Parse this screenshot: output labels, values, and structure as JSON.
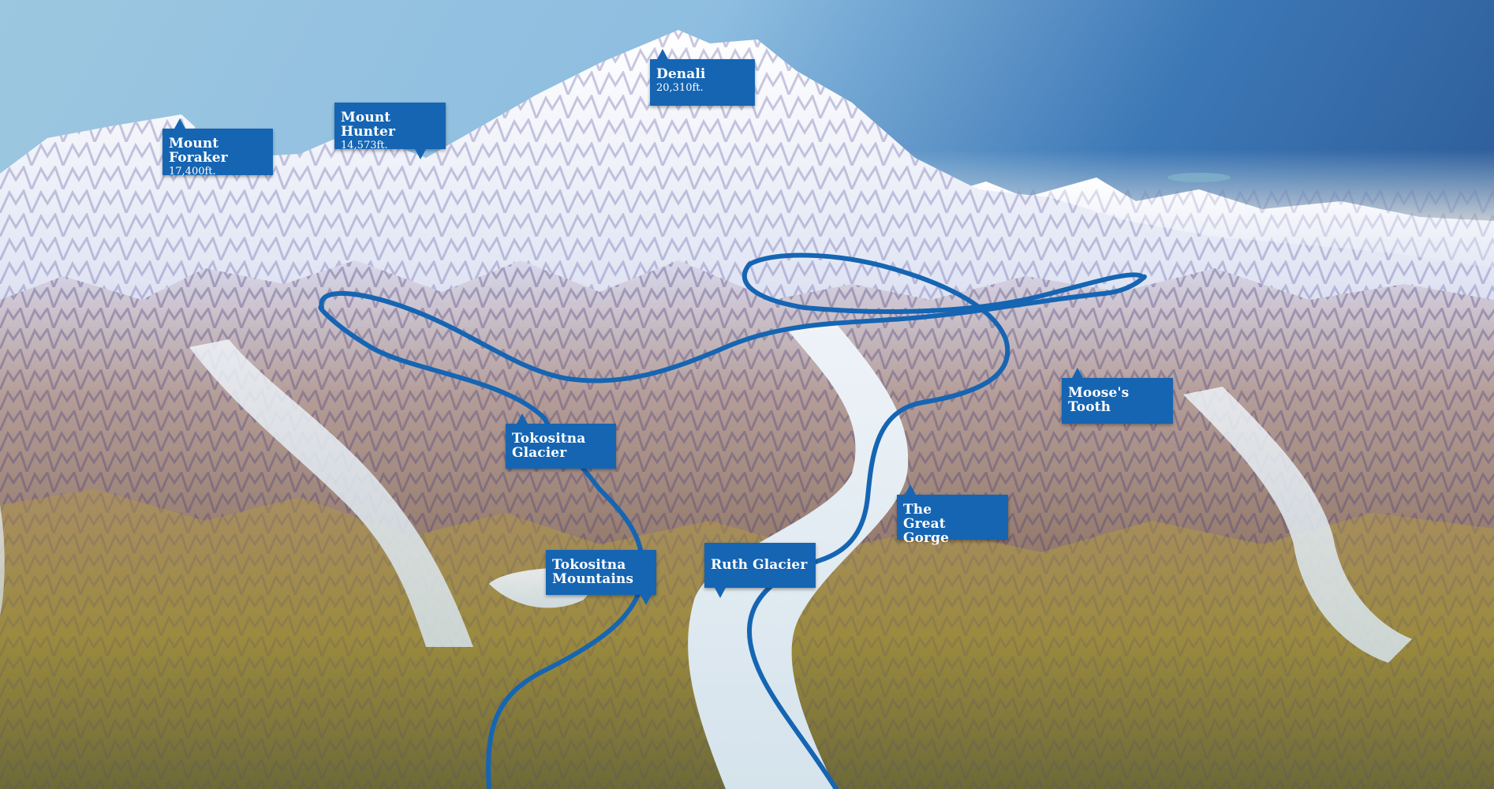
{
  "map": {
    "type": "panoramic-painted-map",
    "route_color": "#1565b3",
    "label_color": "#1565b3",
    "label_text_color": "#ffffff",
    "labels": [
      {
        "id": "mount-foraker",
        "name": "Mount Foraker",
        "elevation": "17,400ft.",
        "pointer": "up"
      },
      {
        "id": "mount-hunter",
        "name": "Mount Hunter",
        "elevation": "14,573ft.",
        "pointer": "down"
      },
      {
        "id": "denali",
        "name": "Denali",
        "elevation": "20,310ft.",
        "pointer": "up"
      },
      {
        "id": "tokositna-glacier",
        "name": "Tokositna Glacier",
        "elevation": null,
        "pointer": "up"
      },
      {
        "id": "tokositna-mountains",
        "name": "Tokositna Mountains",
        "elevation": null,
        "pointer": "down"
      },
      {
        "id": "ruth-glacier",
        "name": "Ruth Glacier",
        "elevation": null,
        "pointer": "down"
      },
      {
        "id": "the-great-gorge",
        "name": "The Great Gorge",
        "elevation": null,
        "pointer": "up"
      },
      {
        "id": "mooses-tooth",
        "name": "Moose's Tooth",
        "elevation": null,
        "pointer": "up"
      }
    ]
  }
}
